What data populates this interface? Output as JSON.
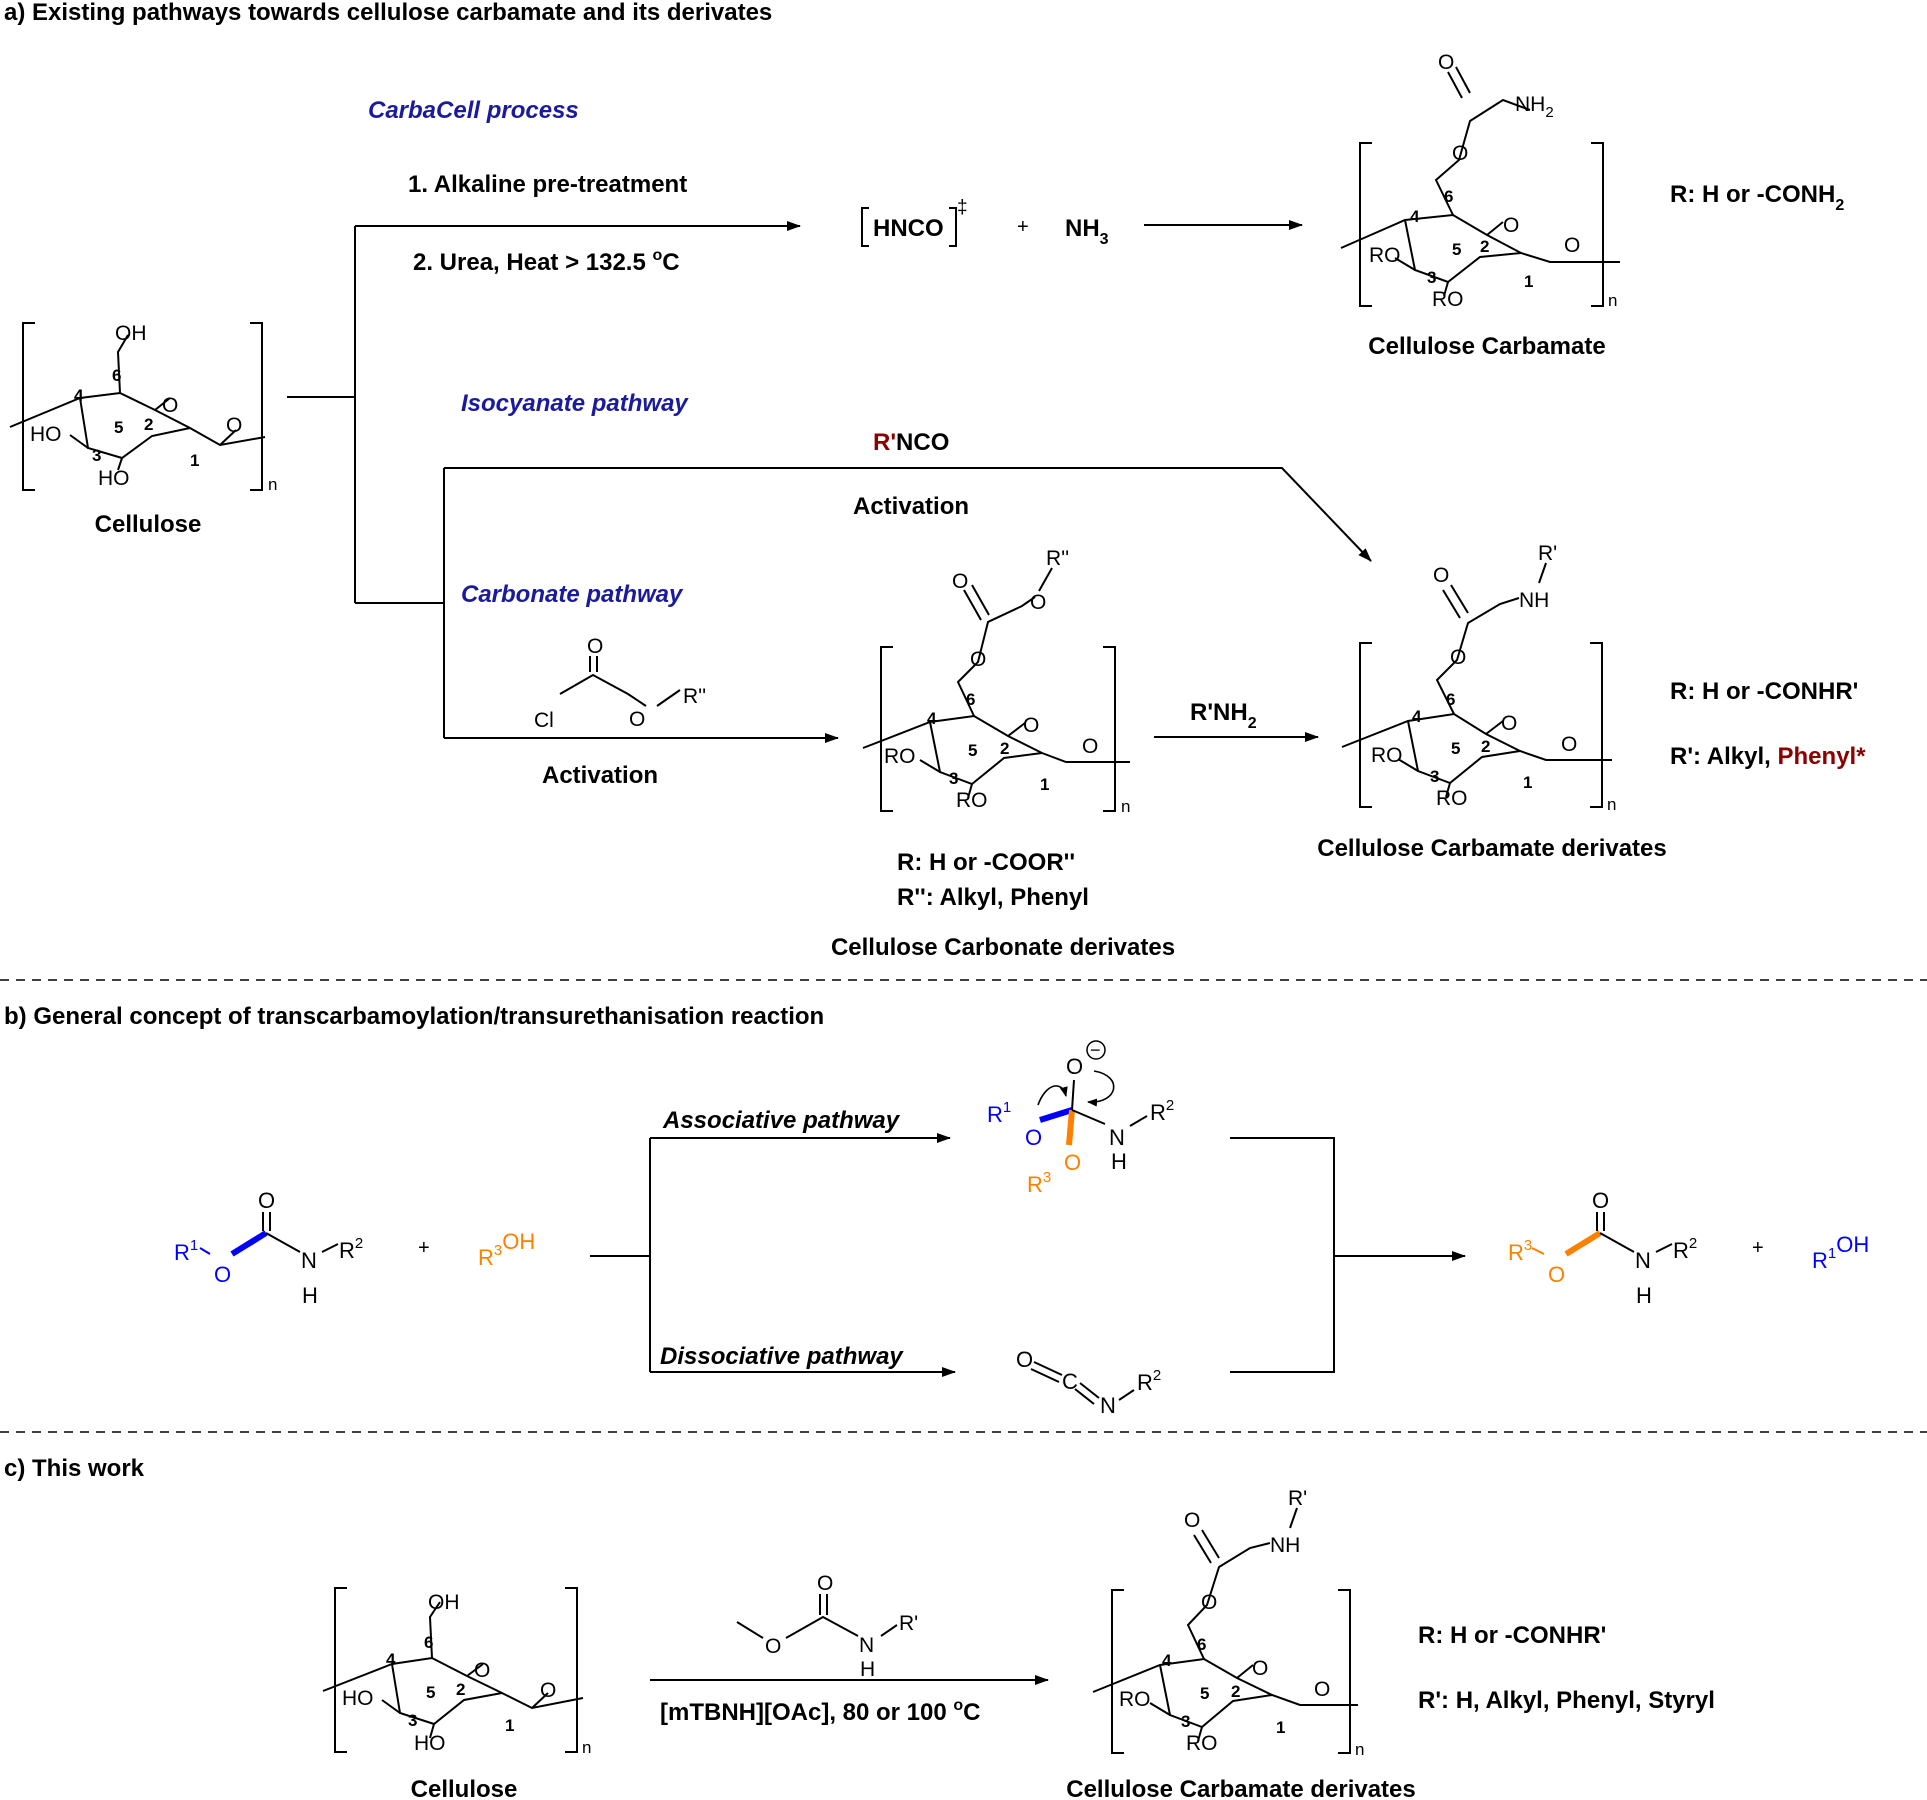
{
  "colors": {
    "pathway": "#1a1a9c",
    "highlight_red": "#8b0000",
    "blue": "#0000ff",
    "orange": "#ff8000",
    "black": "#000000"
  },
  "section_a": {
    "heading": "a) Existing pathways towards cellulose carbamate and its derivates",
    "cellulose_label": "Cellulose",
    "carbacell": {
      "title": "CarbaCell process",
      "step1": "1. Alkaline pre-treatment",
      "step2": "2. Urea, Heat > 132.5 ",
      "step2_unit": "C",
      "degree": "o",
      "hnco": "HNCO",
      "dagger": "‡",
      "plus": "+",
      "nh3": "NH",
      "nh3_sub": "3",
      "product_label": "Cellulose Carbamate",
      "r_def": "R: H or -CONH",
      "r_def_sub": "2",
      "nh2": "NH",
      "nh2_sub": "2"
    },
    "isocyanate": {
      "title": "Isocyanate pathway",
      "reagent_r": "R'",
      "reagent_rest": "NCO",
      "activation": "Activation"
    },
    "carbonate": {
      "title": "Carbonate pathway",
      "activation": "Activation",
      "reagent2": "R'NH",
      "reagent2_sub": "2",
      "intermediate_r": "R: H or -COOR''",
      "intermediate_r2": "R'': Alkyl, Phenyl",
      "intermediate_label": "Cellulose Carbonate derivates",
      "product_label": "Cellulose Carbamate derivates",
      "product_r": "R: H or -CONHR'",
      "product_r1_prefix": "R': Alkyl, ",
      "product_r1_star": "Phenyl*"
    },
    "atoms": {
      "O": "O",
      "OH": "OH",
      "HO": "HO",
      "RO": "RO",
      "Cl": "Cl",
      "R2p": "R''",
      "R1p": "R'",
      "NH": "NH",
      "n": "n"
    },
    "ring_numbers": [
      "1",
      "2",
      "3",
      "4",
      "5",
      "6"
    ]
  },
  "section_b": {
    "heading": "b) General concept of transcarbamoylation/transurethanisation reaction",
    "associative": "Associative pathway",
    "dissociative": "Dissociative pathway",
    "plus": "+",
    "atoms": {
      "R": "R",
      "sup1": "1",
      "sup2": "2",
      "sup3": "3",
      "O": "O",
      "N": "N",
      "H": "H",
      "OH": "OH",
      "C": "C",
      "minus": "−"
    }
  },
  "section_c": {
    "heading": "c) This work",
    "conditions": "[mTBNH][OAc], 80 or 100 ",
    "conditions_unit": "C",
    "degree": "o",
    "cellulose_label": "Cellulose",
    "product_label": "Cellulose Carbamate derivates",
    "product_r": "R: H or -CONHR'",
    "product_r1": "R': H, Alkyl, Phenyl, Styryl"
  }
}
